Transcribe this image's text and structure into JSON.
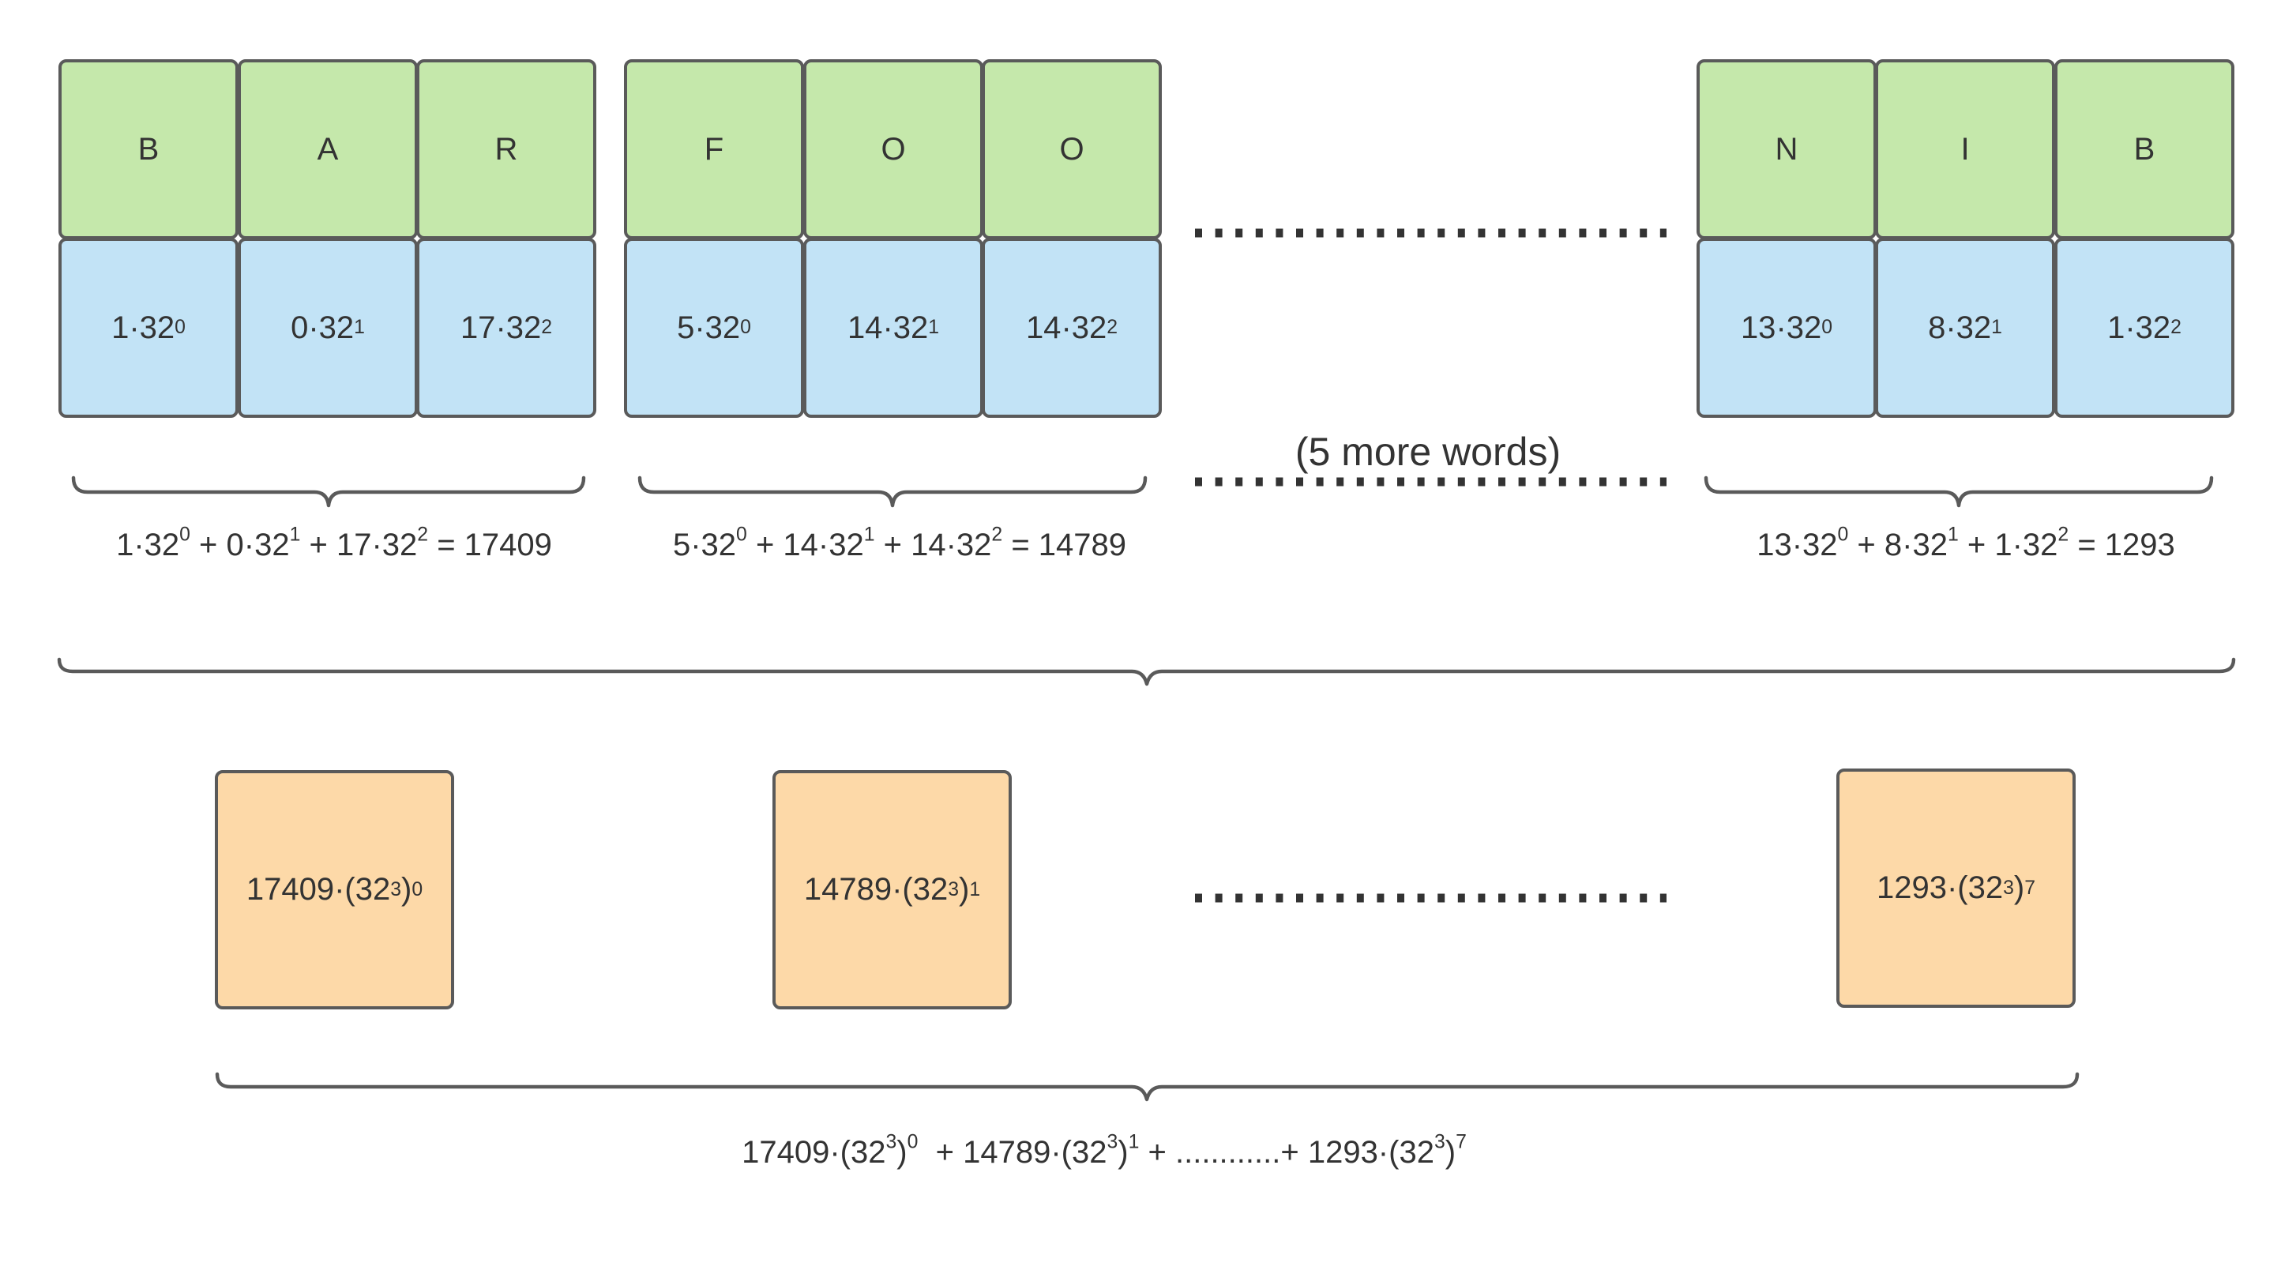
{
  "words": [
    {
      "letters": [
        "B",
        "A",
        "R"
      ],
      "terms": [
        {
          "coef": "1",
          "base": "32",
          "exp": "0"
        },
        {
          "coef": "0",
          "base": "32",
          "exp": "1"
        },
        {
          "coef": "17",
          "base": "32",
          "exp": "2"
        }
      ],
      "sum": {
        "t1": "1·32",
        "e1": "0",
        "t2": " + 0·32",
        "e2": "1",
        "t3": " + 17·32",
        "e3": "2",
        "result": " = 17409"
      }
    },
    {
      "letters": [
        "F",
        "O",
        "O"
      ],
      "terms": [
        {
          "coef": "5",
          "base": "32",
          "exp": "0"
        },
        {
          "coef": "14",
          "base": "32",
          "exp": "1"
        },
        {
          "coef": "14",
          "base": "32",
          "exp": "2"
        }
      ],
      "sum": {
        "t1": "5·32",
        "e1": "0",
        "t2": " + 14·32",
        "e2": "1",
        "t3": " + 14·32",
        "e3": "2",
        "result": " = 14789"
      }
    },
    {
      "letters": [
        "N",
        "I",
        "B"
      ],
      "terms": [
        {
          "coef": "13",
          "base": "32",
          "exp": "0"
        },
        {
          "coef": "8",
          "base": "32",
          "exp": "1"
        },
        {
          "coef": "1",
          "base": "32",
          "exp": "2"
        }
      ],
      "sum": {
        "t1": "13·32",
        "e1": "0",
        "t2": " + 8·32",
        "e2": "1",
        "t3": " + 1·32",
        "e3": "2",
        "result": " = 1293"
      }
    }
  ],
  "more_words_label": "(5 more words)",
  "combined": [
    {
      "value": "17409",
      "base": "·(32",
      "inner_exp": "3",
      "close": ")",
      "outer_exp": "0"
    },
    {
      "value": "14789",
      "base": "·(32",
      "inner_exp": "3",
      "close": ")",
      "outer_exp": "1"
    },
    {
      "value": "1293",
      "base": "·(32",
      "inner_exp": "3",
      "close": ")",
      "outer_exp": "7"
    }
  ],
  "final_sum": {
    "p1": "17409·(32",
    "p1_inner": "3",
    "p1_close": ")",
    "p1_outer": "0",
    "p2": "  + 14789·(32",
    "p2_inner": "3",
    "p2_close": ")",
    "p2_outer": "1",
    "p3": " + ............+ 1293·(32",
    "p3_inner": "3",
    "p3_close": ")",
    "p3_outer": "7"
  },
  "colors": {
    "letter_cell": "#c5e8ab",
    "term_cell": "#c2e3f6",
    "combined_cell": "#fdd9a8",
    "stroke": "#5a5a5a",
    "text": "#333333"
  }
}
